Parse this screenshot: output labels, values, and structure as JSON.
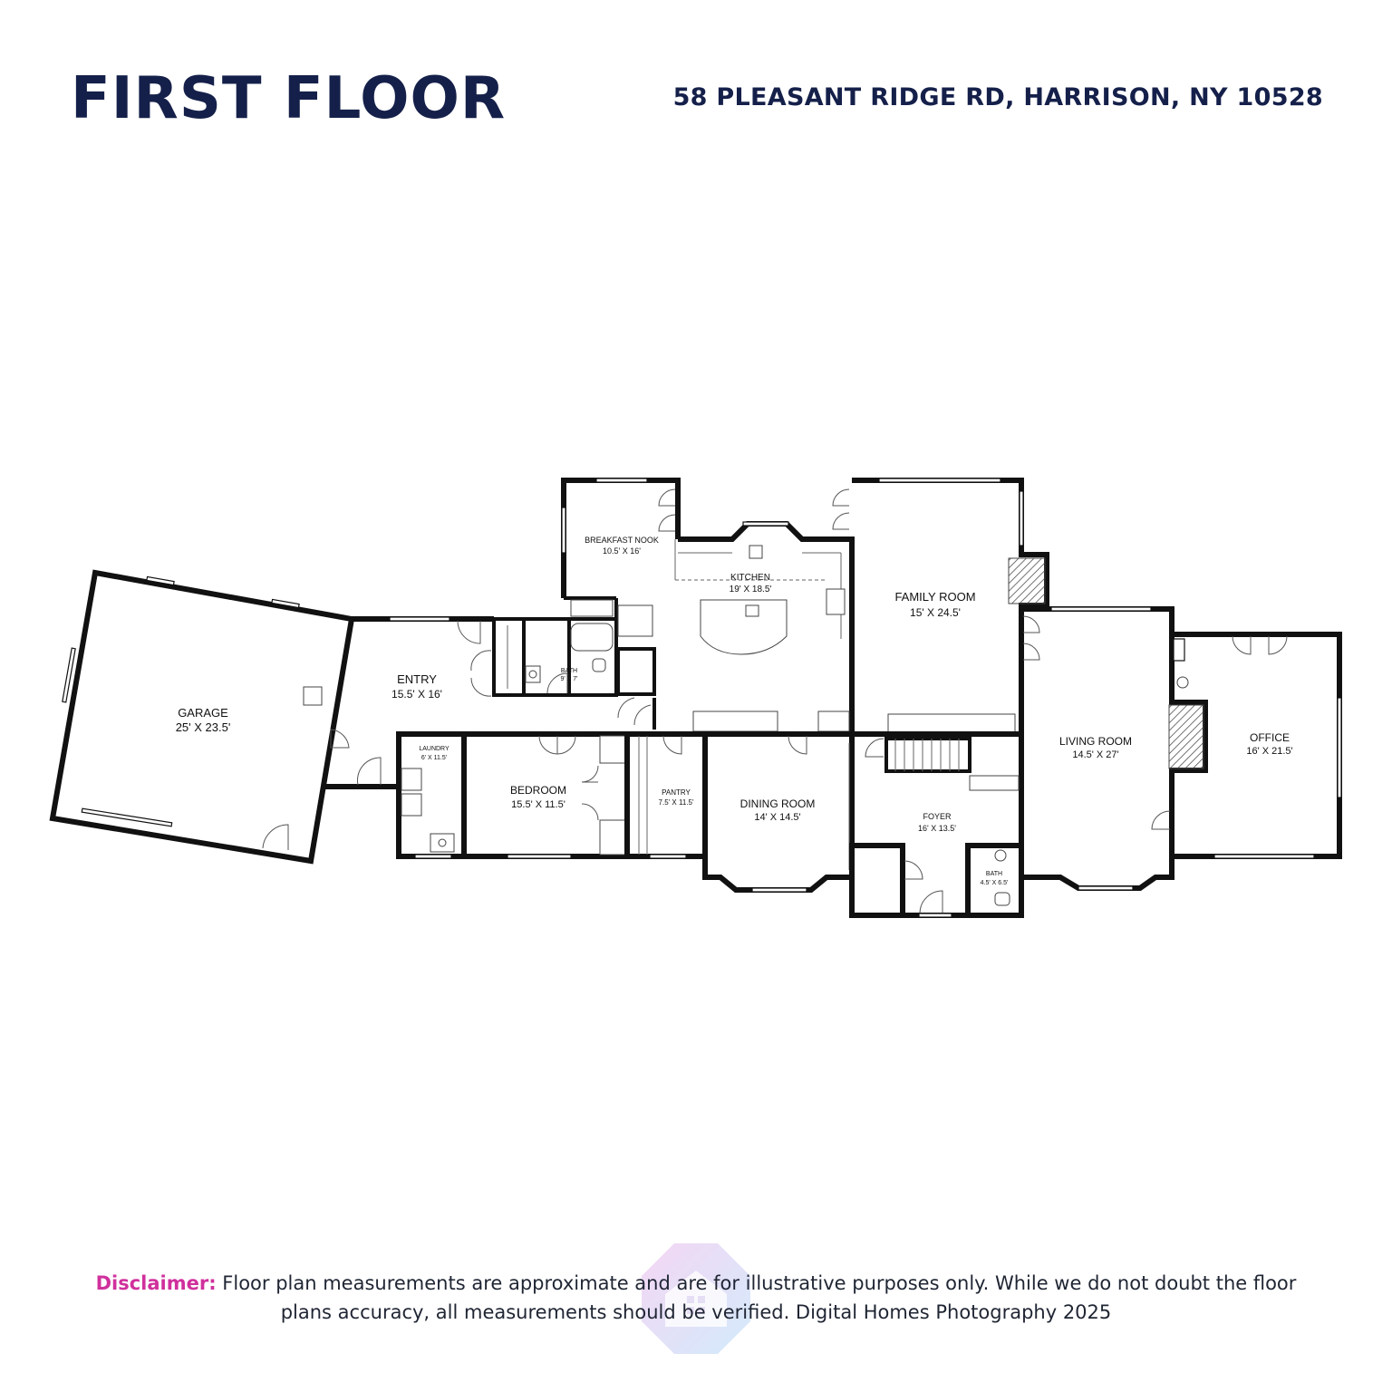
{
  "header": {
    "title": "FIRST FLOOR",
    "address": "58 PLEASANT RIDGE RD, HARRISON, NY 10528"
  },
  "rooms": {
    "garage": {
      "name": "GARAGE",
      "dim": "25' X 23.5'"
    },
    "entry": {
      "name": "ENTRY",
      "dim": "15.5' X 16'"
    },
    "breakfast_nook": {
      "name": "BREAKFAST NOOK",
      "dim": "10.5' X 16'"
    },
    "kitchen": {
      "name": "KITCHEN",
      "dim": "19' X 18.5'"
    },
    "bath_1": {
      "name": "BATH",
      "dim": "9' X 7'"
    },
    "family_room": {
      "name": "FAMILY ROOM",
      "dim": "15' X 24.5'"
    },
    "laundry": {
      "name": "LAUNDRY",
      "dim": "6' X 11.5'"
    },
    "bedroom": {
      "name": "BEDROOM",
      "dim": "15.5' X 11.5'"
    },
    "pantry": {
      "name": "PANTRY",
      "dim": "7.5' X 11.5'"
    },
    "dining_room": {
      "name": "DINING ROOM",
      "dim": "14' X 14.5'"
    },
    "foyer": {
      "name": "FOYER",
      "dim": "16' X 13.5'"
    },
    "bath_2": {
      "name": "BATH",
      "dim": "4.5' X 6.5'"
    },
    "living_room": {
      "name": "LIVING ROOM",
      "dim": "14.5' X 27'"
    },
    "office": {
      "name": "OFFICE",
      "dim": "16' X 21.5'"
    }
  },
  "footer": {
    "disclaimer_label": "Disclaimer:",
    "disclaimer_text": "Floor plan measurements are approximate and are for illustrative purposes only. While we do not doubt the floor plans accuracy, all measurements should be verified. Digital Homes Photography 2025"
  },
  "colors": {
    "title": "#15204a",
    "disclaimer_label": "#d0309c",
    "walls": "#111111"
  },
  "icons": [
    "logo-icon"
  ]
}
